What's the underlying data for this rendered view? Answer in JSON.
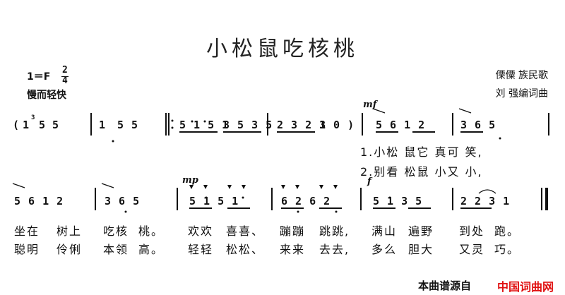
{
  "title": "小松鼠吃核桃",
  "key": "1＝F",
  "time_sig": {
    "top": "2",
    "bottom": "4"
  },
  "tempo": "慢而轻快",
  "origin": "傈僳 族民歌",
  "arranger": "刘  强编词曲",
  "dynamics": {
    "mf": "mf",
    "mp": "mp",
    "f": "f"
  },
  "row1": {
    "intro_open": "(",
    "m1": "1",
    "m1b": "5",
    "grace": "3",
    "m2a": "1",
    "m2b": "5",
    "m3": "5 1 5 1",
    "m4": "3 5 3 5",
    "m5": "2 3 2 3",
    "m6": "1 0 )",
    "m7": "5 6  1 2",
    "m8": "3 6  5"
  },
  "row2": {
    "m1": "5 6  1 2",
    "m2": "3 6  5",
    "m3": "5 1  5 1",
    "m4": "6 2  6 2",
    "m5": "5 1  3 5",
    "m6": "2 2 3 1"
  },
  "verse1_head": "1.小松  鼠它    真可  笑,",
  "verse2_head": "2.别看  松鼠    小又  小,",
  "verse1": [
    "坐在",
    "树上",
    "吃核",
    "桃。",
    "欢欢",
    "喜喜、",
    "蹦蹦",
    "跳跳,",
    "满山",
    "遍野",
    "到处",
    "跑。"
  ],
  "verse2": [
    "聪明",
    "伶俐",
    "本领",
    "高。",
    "轻轻",
    "松松、",
    "来来",
    "去去,",
    "多么",
    "胆大",
    "又灵",
    "巧。"
  ],
  "footer_text": "本曲谱源自",
  "footer_brand": "中国词曲网"
}
